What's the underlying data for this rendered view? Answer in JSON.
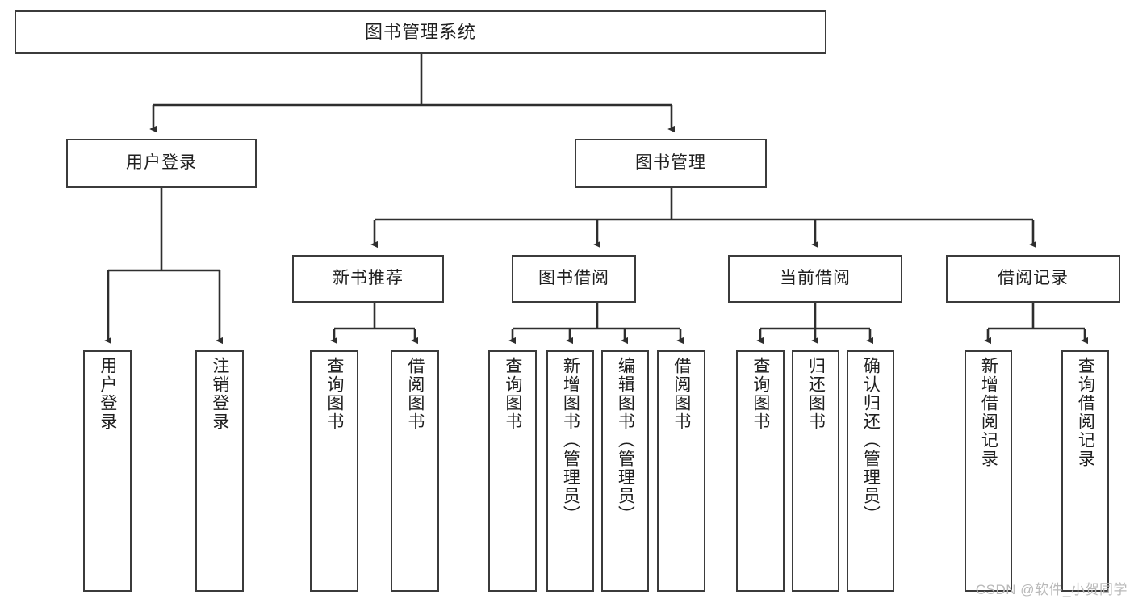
{
  "diagram": {
    "title": "图书管理系统",
    "watermark": "CSDN @软件_小贺同学",
    "accent_color": "#3b3b3b",
    "background_color": "#ffffff",
    "root": {
      "label": "图书管理系统"
    },
    "level2": [
      {
        "label": "用户登录"
      },
      {
        "label": "图书管理"
      }
    ],
    "level3": [
      {
        "label": "新书推荐"
      },
      {
        "label": "图书借阅"
      },
      {
        "label": "当前借阅"
      },
      {
        "label": "借阅记录"
      }
    ],
    "leaves": {
      "user_login": [
        {
          "label": "用户登录"
        },
        {
          "label": "注销登录"
        }
      ],
      "new_book_recommend": [
        {
          "label": "查询图书"
        },
        {
          "label": "借阅图书"
        }
      ],
      "book_borrow": [
        {
          "label": "查询图书"
        },
        {
          "label": "新增图书（管理员）"
        },
        {
          "label": "编辑图书（管理员）"
        },
        {
          "label": "借阅图书"
        }
      ],
      "current_borrow": [
        {
          "label": "查询图书"
        },
        {
          "label": "归还图书"
        },
        {
          "label": "确认归还（管理员）"
        }
      ],
      "borrow_record": [
        {
          "label": "新增借阅记录"
        },
        {
          "label": "查询借阅记录"
        }
      ]
    }
  }
}
